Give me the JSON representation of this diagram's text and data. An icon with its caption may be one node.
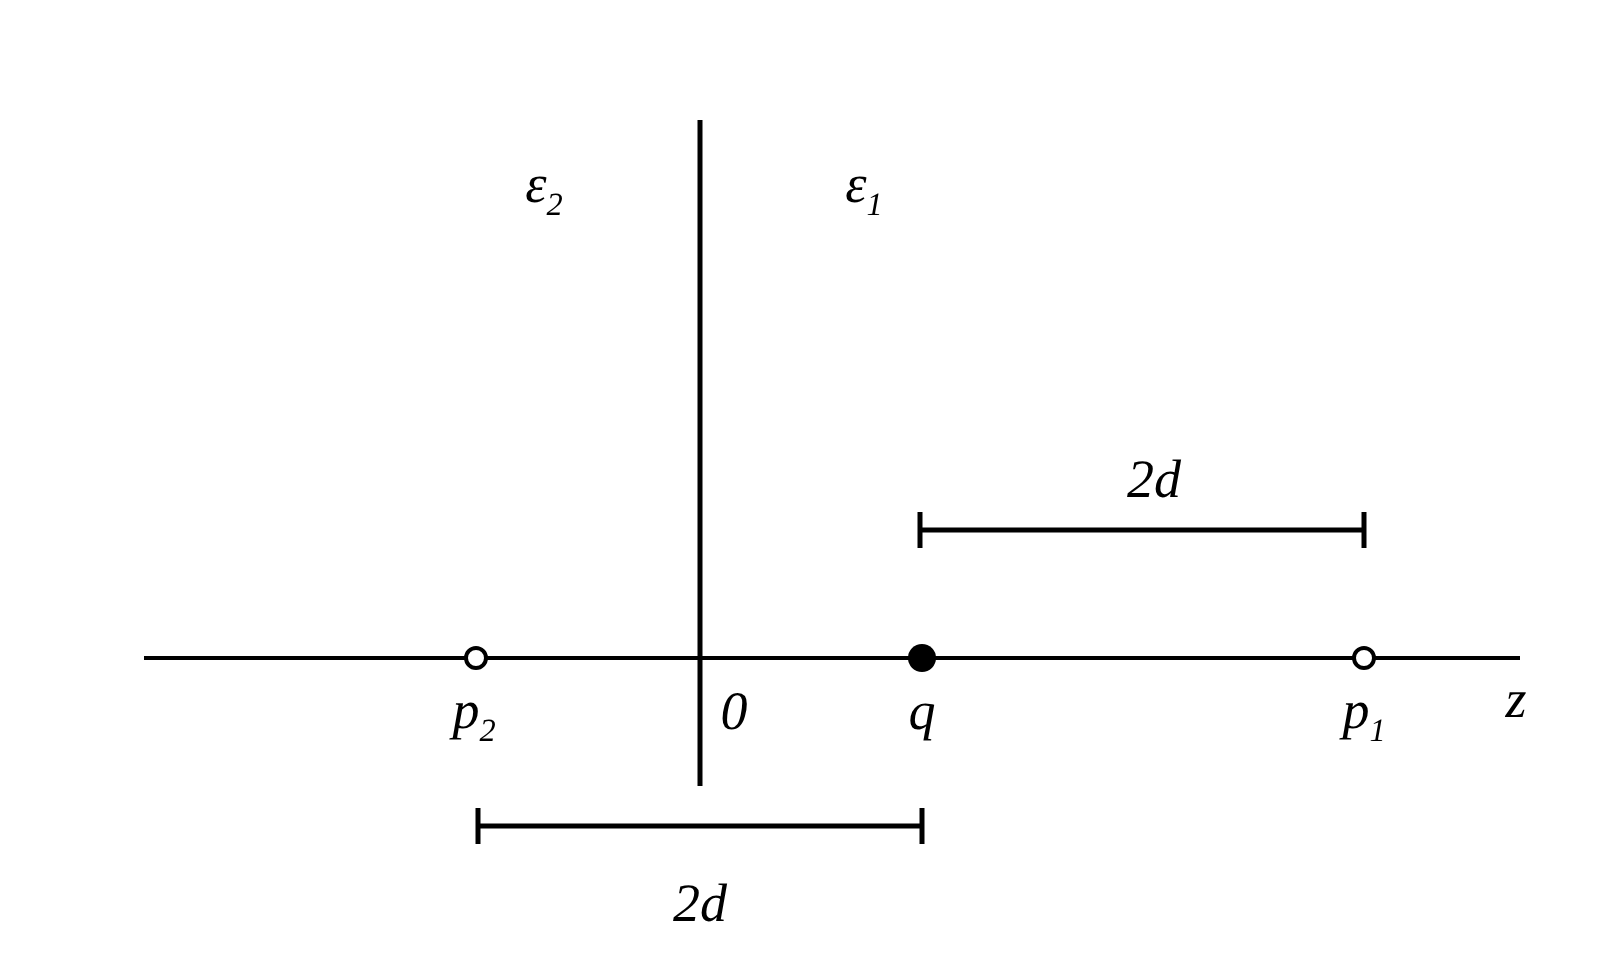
{
  "diagram": {
    "labels": [
      "ε$_{2}$",
      "ε$_{1}$",
      "2d",
      "p$_{2}$",
      "0",
      "q",
      "p$_{1}$",
      "z",
      "2d"
    ]
  }
}
